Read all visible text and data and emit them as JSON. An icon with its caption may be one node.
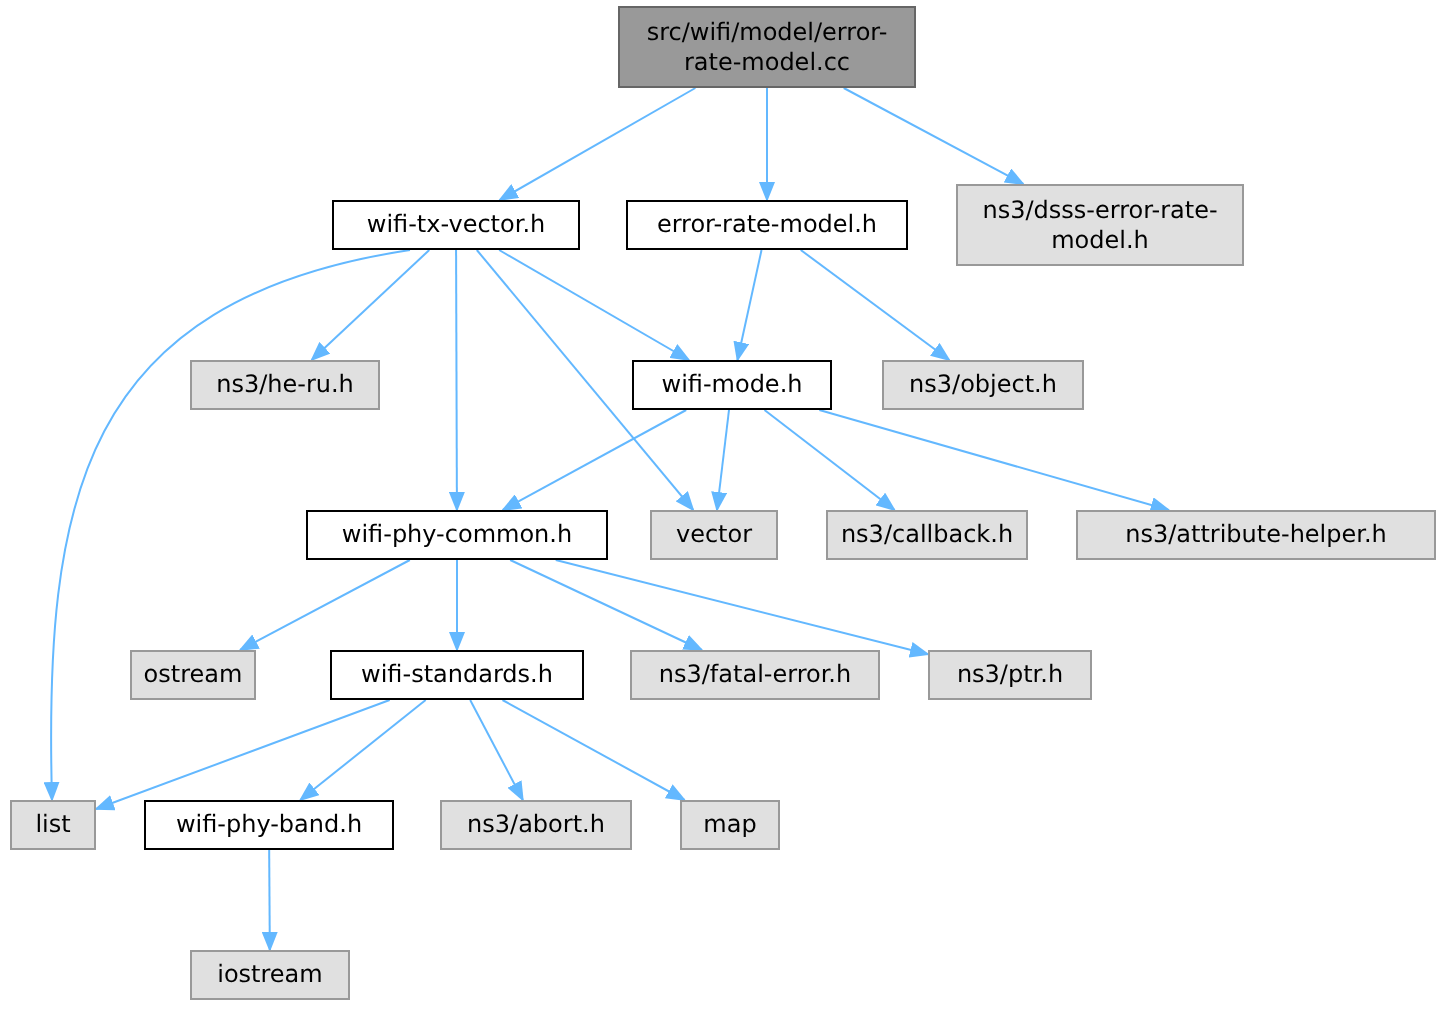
{
  "diagram": {
    "nodes": [
      {
        "text": [
          "src/wifi/model/error-rate-model.cc"
        ]
      },
      {
        "text": [
          "wifi-tx-vector.h"
        ]
      },
      {
        "text": [
          "error-rate-model.h"
        ]
      },
      {
        "text": [
          "ns3/dsss-error-rate-model.h"
        ]
      },
      {
        "text": [
          "ns3/he-ru.h"
        ]
      },
      {
        "text": [
          "wifi-mode.h"
        ]
      },
      {
        "text": [
          "ns3/object.h"
        ]
      },
      {
        "text": [
          "wifi-phy-common.h"
        ]
      },
      {
        "text": [
          "vector"
        ]
      },
      {
        "text": [
          "ns3/callback.h"
        ]
      },
      {
        "text": [
          "ns3/attribute-helper.h"
        ]
      },
      {
        "text": [
          "ostream"
        ]
      },
      {
        "text": [
          "wifi-standards.h"
        ]
      },
      {
        "text": [
          "ns3/fatal-error.h"
        ]
      },
      {
        "text": [
          "ns3/ptr.h"
        ]
      },
      {
        "text": [
          "list"
        ]
      },
      {
        "text": [
          "wifi-phy-band.h"
        ]
      },
      {
        "text": [
          "ns3/abort.h"
        ]
      },
      {
        "text": [
          "map"
        ]
      },
      {
        "text": [
          "iostream"
        ]
      }
    ],
    "edges": [
      {
        "from": 0,
        "to": 1,
        "arrow": "to"
      },
      {
        "from": 0,
        "to": 2,
        "arrow": "to"
      },
      {
        "from": 0,
        "to": 3,
        "arrow": "to"
      },
      {
        "from": 1,
        "to": 15,
        "arrow": "to"
      },
      {
        "from": 1,
        "to": 4,
        "arrow": "to"
      },
      {
        "from": 1,
        "to": 7,
        "arrow": "to"
      },
      {
        "from": 1,
        "to": 8,
        "arrow": "to"
      },
      {
        "from": 1,
        "to": 5,
        "arrow": "to"
      },
      {
        "from": 2,
        "to": 5,
        "arrow": "to"
      },
      {
        "from": 2,
        "to": 6,
        "arrow": "to"
      },
      {
        "from": 5,
        "to": 7,
        "arrow": "to"
      },
      {
        "from": 5,
        "to": 8,
        "arrow": "to"
      },
      {
        "from": 5,
        "to": 9,
        "arrow": "to"
      },
      {
        "from": 5,
        "to": 10,
        "arrow": "to"
      },
      {
        "from": 7,
        "to": 11,
        "arrow": "to"
      },
      {
        "from": 7,
        "to": 12,
        "arrow": "to"
      },
      {
        "from": 7,
        "to": 13,
        "arrow": "to"
      },
      {
        "from": 7,
        "to": 14,
        "arrow": "to"
      },
      {
        "from": 12,
        "to": 15,
        "arrow": "to"
      },
      {
        "from": 12,
        "to": 16,
        "arrow": "to"
      },
      {
        "from": 12,
        "to": 17,
        "arrow": "to"
      },
      {
        "from": 12,
        "to": 18,
        "arrow": "to"
      },
      {
        "from": 16,
        "to": 19,
        "arrow": "to"
      }
    ]
  }
}
